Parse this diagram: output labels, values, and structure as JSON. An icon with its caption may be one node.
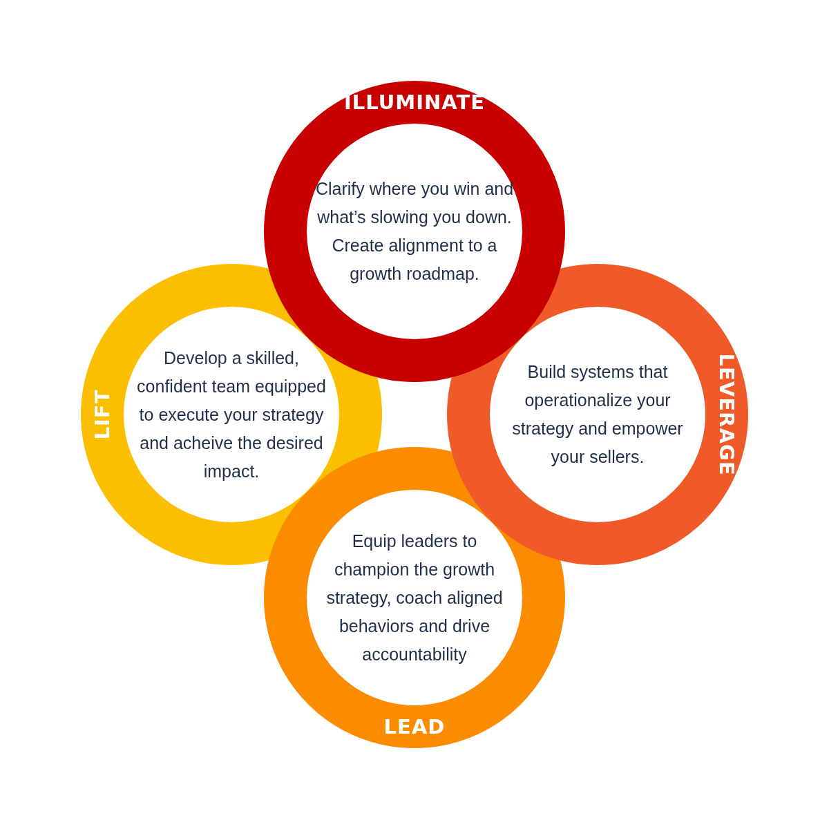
{
  "diagram": {
    "nodes": [
      {
        "text": [
          "ILLUMINATE",
          "Clarify where you win and what’s slowing you down. Create alignment to a growth roadmap."
        ]
      },
      {
        "text": [
          "LIFT",
          "Develop a skilled, confident team equipped to execute your strategy and acheive the desired impact."
        ]
      },
      {
        "text": [
          "LEVERAGE",
          "Build systems that operationalize your strategy and empower your sellers."
        ]
      },
      {
        "text": [
          "Equip leaders to champion the growth strategy, coach aligned behaviors and drive accountability",
          "LEAD"
        ]
      }
    ]
  }
}
